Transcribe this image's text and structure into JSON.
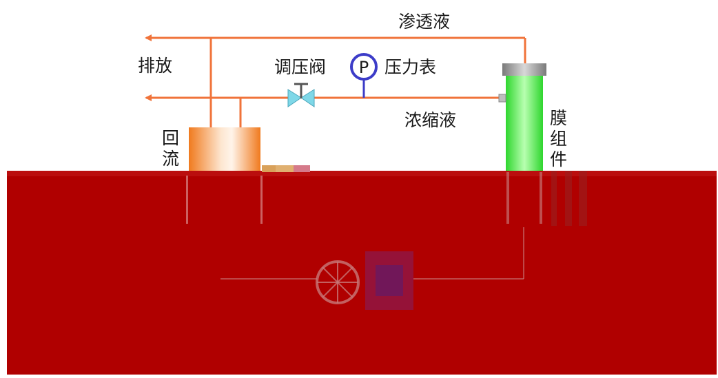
{
  "labels": {
    "permeate": "渗透液",
    "discharge": "排放",
    "regulating_valve": "调压阀",
    "pressure_gauge": "压力表",
    "pressure_symbol": "P",
    "concentrate": "浓缩液",
    "reflux_1": "回",
    "reflux_2": "流",
    "membrane_1": "膜",
    "membrane_2": "组",
    "membrane_3": "件"
  },
  "colors": {
    "pipe": "#f0733a",
    "gauge_ring": "#3c3cc8",
    "membrane_green": "#3ee63e",
    "tank_orange": "#f08a2a",
    "cap_gray": "#9a9a9a",
    "valve_cyan": "#7fd8e8",
    "overlay_red": "#b00000"
  }
}
